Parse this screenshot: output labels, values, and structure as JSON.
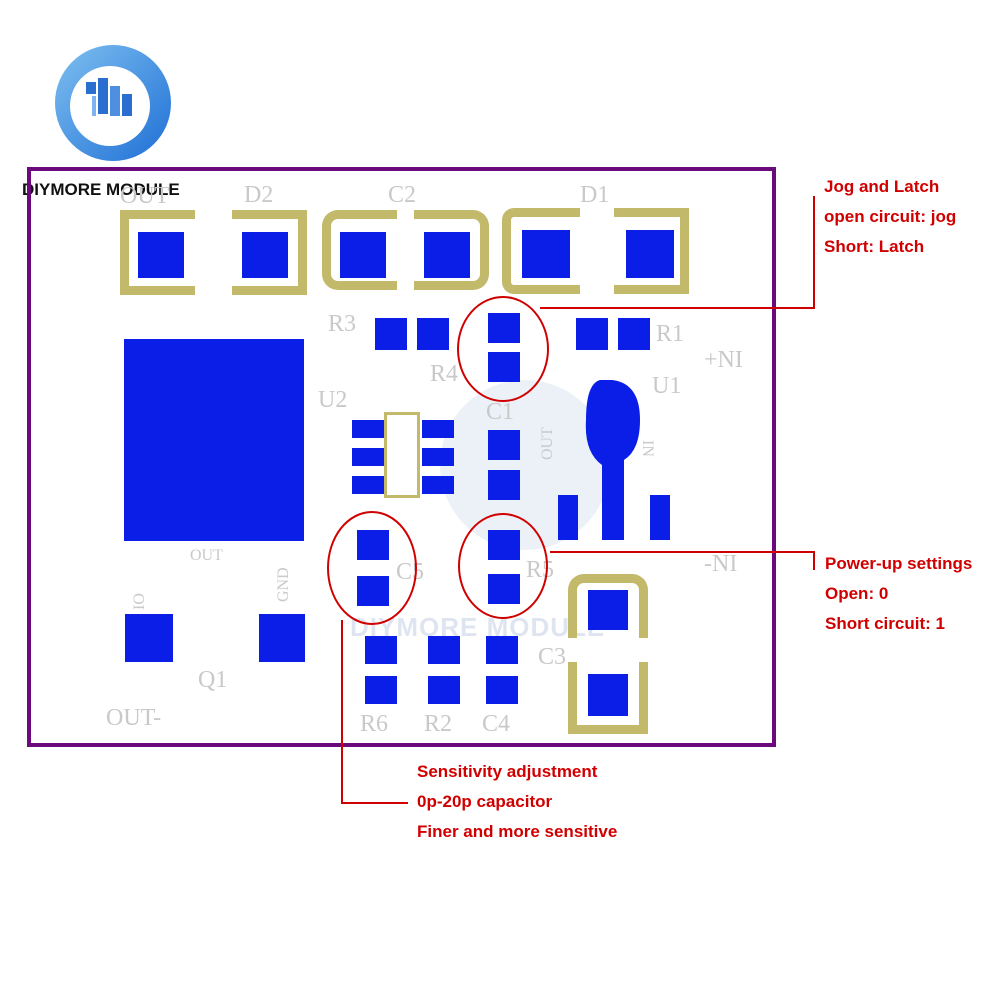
{
  "brand": {
    "name": "DIYMORE MODULE",
    "colors": {
      "ring_outer": "#1e6fd6",
      "ring_inner": "#7fc0f0"
    }
  },
  "watermark": "DIYMORE MODULE",
  "silkscreen": {
    "out_top": "OUT",
    "d2": "D2",
    "c2": "C2",
    "d1": "D1",
    "r3": "R3",
    "r4": "R4",
    "r1": "R1",
    "in_plus": "+NI",
    "u2": "U2",
    "c1": "C1",
    "u1": "U1",
    "out_vertical": "OUT",
    "in_vertical": "IN",
    "out_pad": "OUT",
    "in_minus": "-NI",
    "c5": "C5",
    "r5": "R5",
    "io": "IO",
    "gnd": "GND",
    "c3": "C3",
    "q1": "Q1",
    "out_minus": "OUT-",
    "r6": "R6",
    "r2": "R2",
    "c4": "C4"
  },
  "annotations": {
    "jog_latch": [
      "Jog and Latch",
      "open circuit: jog",
      "Short: Latch"
    ],
    "power_up": [
      "Power-up settings",
      "Open: 0",
      "Short circuit: 1"
    ],
    "sensitivity": [
      "Sensitivity adjustment",
      "0p-20p capacitor",
      "Finer and more sensitive"
    ]
  },
  "colors": {
    "pad": "#0a1ee8",
    "frame": "#c3b96a",
    "board_border": "#6b0a7d",
    "annotation": "#d10000",
    "silkscreen": "#c9c9c9"
  }
}
